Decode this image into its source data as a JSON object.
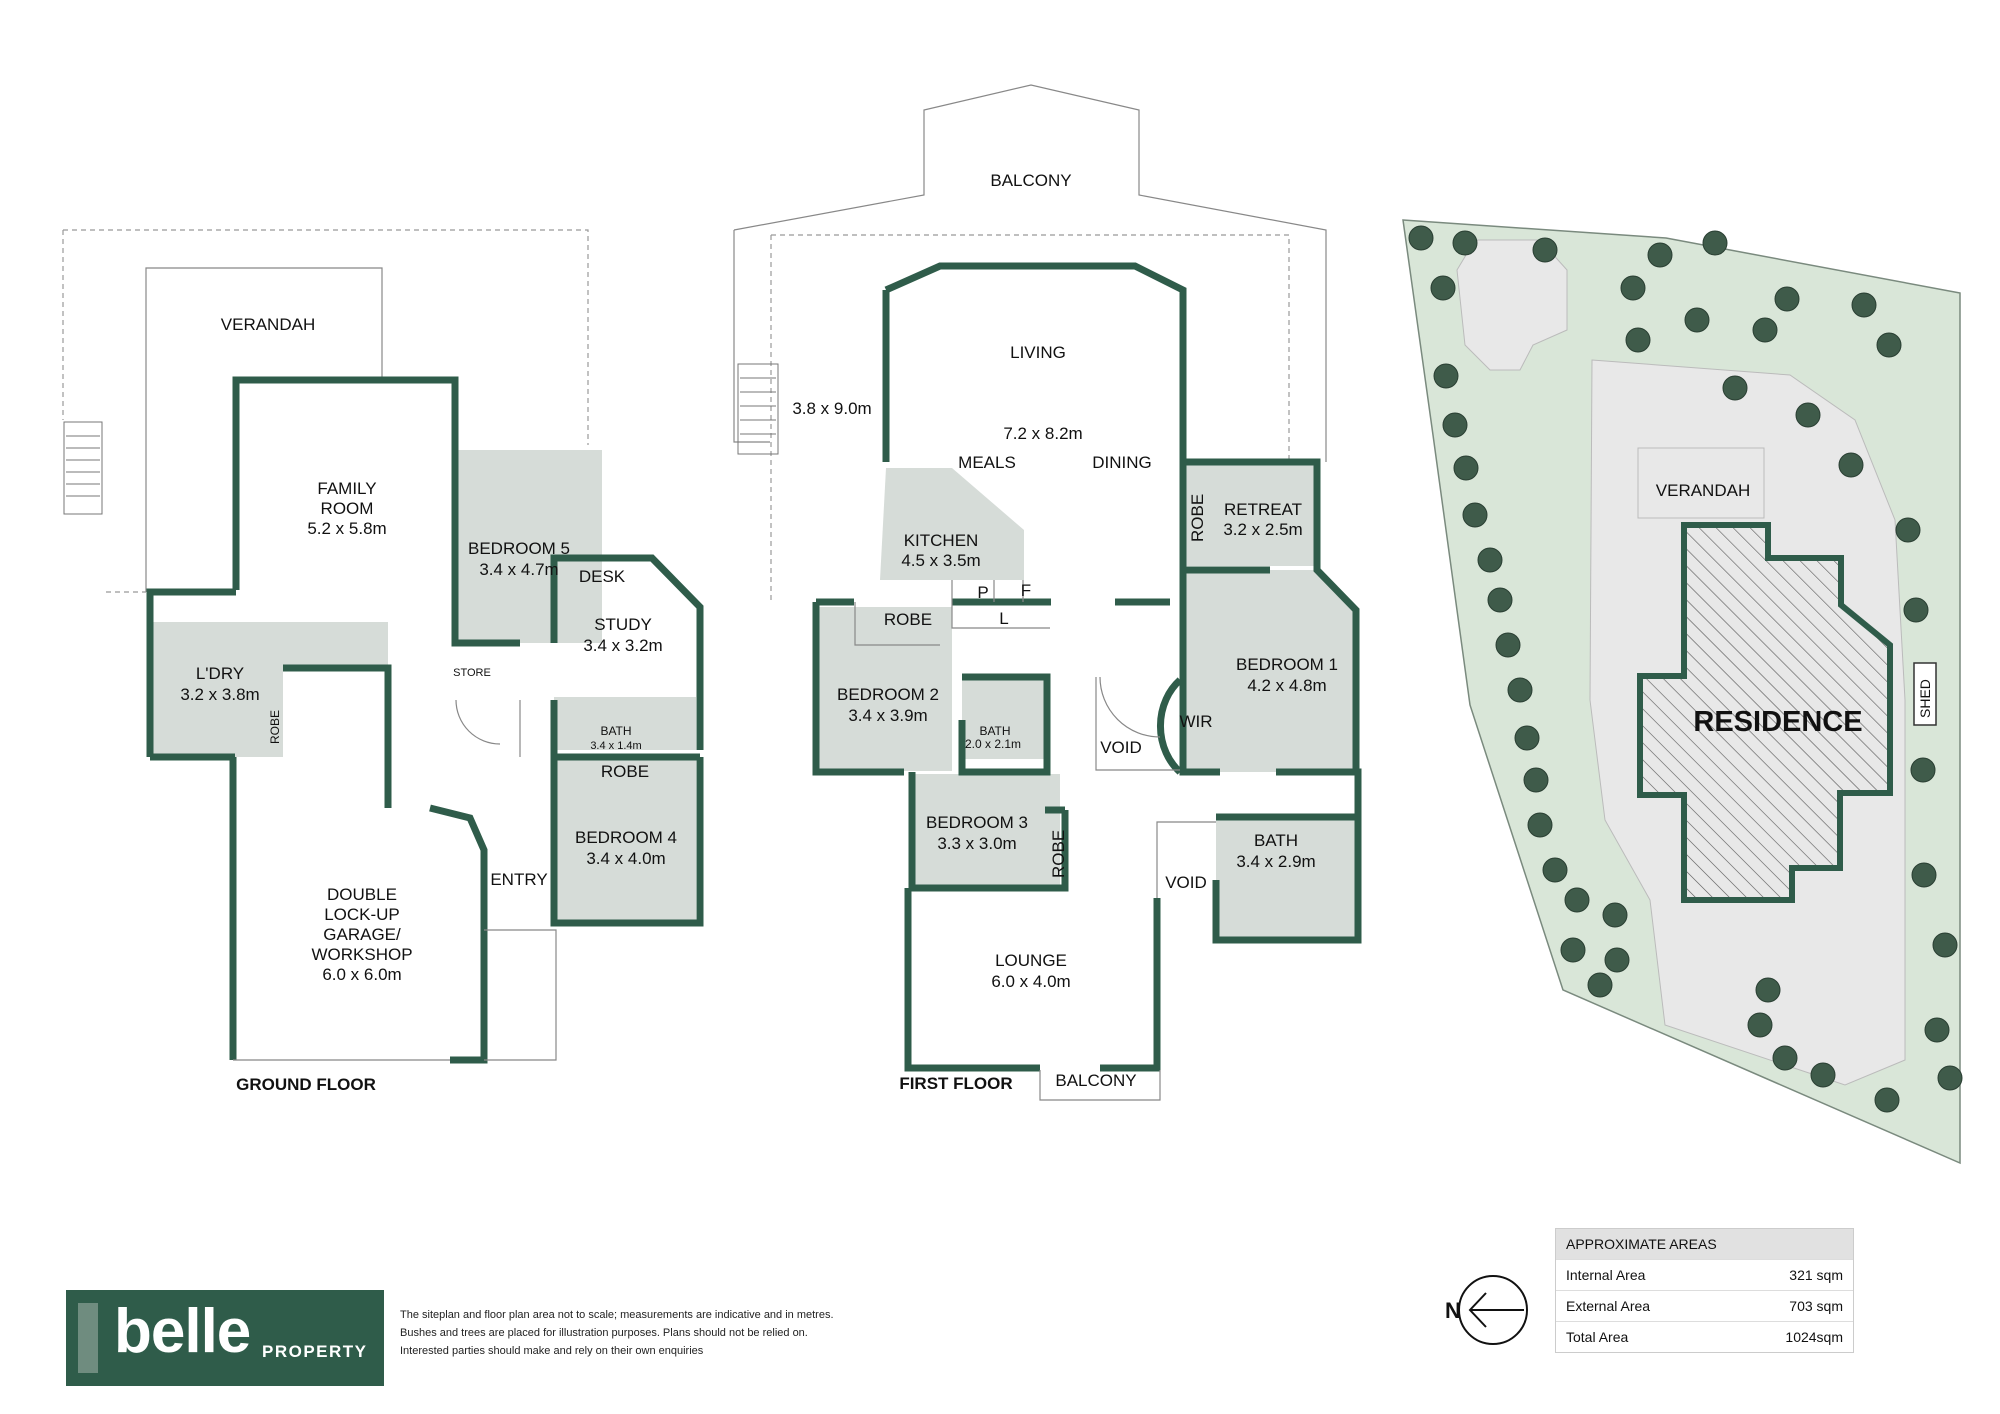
{
  "ground_floor": {
    "title": "GROUND FLOOR",
    "verandah": "VERANDAH",
    "family_room": {
      "name_line1": "FAMILY",
      "name_line2": "ROOM",
      "size": "5.2 x 5.8m"
    },
    "bedroom5": {
      "name": "BEDROOM 5",
      "size": "3.4 x 4.7m"
    },
    "desk": "DESK",
    "study": {
      "name": "STUDY",
      "size": "3.4 x 3.2m"
    },
    "laundry": {
      "name": "L'DRY",
      "size": "3.2 x 3.8m"
    },
    "robe_laundry": "ROBE",
    "store": "STORE",
    "bath": {
      "name": "BATH",
      "size": "3.4 x 1.4m"
    },
    "robe_bed4": "ROBE",
    "bedroom4": {
      "name": "BEDROOM 4",
      "size": "3.4 x 4.0m"
    },
    "garage": {
      "line1": "DOUBLE",
      "line2": "LOCK-UP",
      "line3": "GARAGE/",
      "line4": "WORKSHOP",
      "size": "6.0 x 6.0m"
    },
    "entry": "ENTRY"
  },
  "first_floor": {
    "title": "FIRST FLOOR",
    "balcony_top": "BALCONY",
    "living": "LIVING",
    "side_size": "3.8 x 9.0m",
    "living_size": "7.2 x 8.2m",
    "meals": "MEALS",
    "dining": "DINING",
    "kitchen": {
      "name": "KITCHEN",
      "size": "4.5 x 3.5m"
    },
    "pantry": "P",
    "fridge": "F",
    "linen": "L",
    "robe_bed2": "ROBE",
    "bedroom2": {
      "name": "BEDROOM 2",
      "size": "3.4 x 3.9m"
    },
    "bath_small": {
      "name": "BATH",
      "size": "2.0 x 2.1m"
    },
    "retreat": {
      "name": "RETREAT",
      "size": "3.2 x 2.5m"
    },
    "robe_retreat": "ROBE",
    "bedroom1": {
      "name": "BEDROOM 1",
      "size": "4.2 x 4.8m"
    },
    "void1": "VOID",
    "wir": "WIR",
    "bedroom3": {
      "name": "BEDROOM 3",
      "size": "3.3 x 3.0m"
    },
    "robe_bed3": "ROBE",
    "void2": "VOID",
    "bath_main": {
      "name": "BATH",
      "size": "3.4 x 2.9m"
    },
    "lounge": {
      "name": "LOUNGE",
      "size": "6.0 x 4.0m"
    },
    "balcony_bottom": "BALCONY"
  },
  "site_plan": {
    "verandah": "VERANDAH",
    "residence": "RESIDENCE",
    "shed": "SHED"
  },
  "compass": {
    "north": "N"
  },
  "brand": {
    "name": "belle",
    "sub": "PROPERTY"
  },
  "disclaimer": {
    "line1": "The siteplan and floor plan area not to scale; measurements are indicative and in metres.",
    "line2": "Bushes and trees are placed for illustration purposes. Plans should not be relied on.",
    "line3": "Interested parties should make and rely on their own enquiries"
  },
  "areas": {
    "heading": "APPROXIMATE AREAS",
    "rows": [
      {
        "label": "Internal Area",
        "value": "321 sqm"
      },
      {
        "label": "External Area",
        "value": "703 sqm"
      },
      {
        "label": "Total Area",
        "value": "1024sqm"
      }
    ]
  },
  "colors": {
    "wall": "#2f5c4a",
    "wet_area": "#d6dcd8",
    "site_green": "#d9e6d8",
    "brand": "#2f5c4a"
  }
}
